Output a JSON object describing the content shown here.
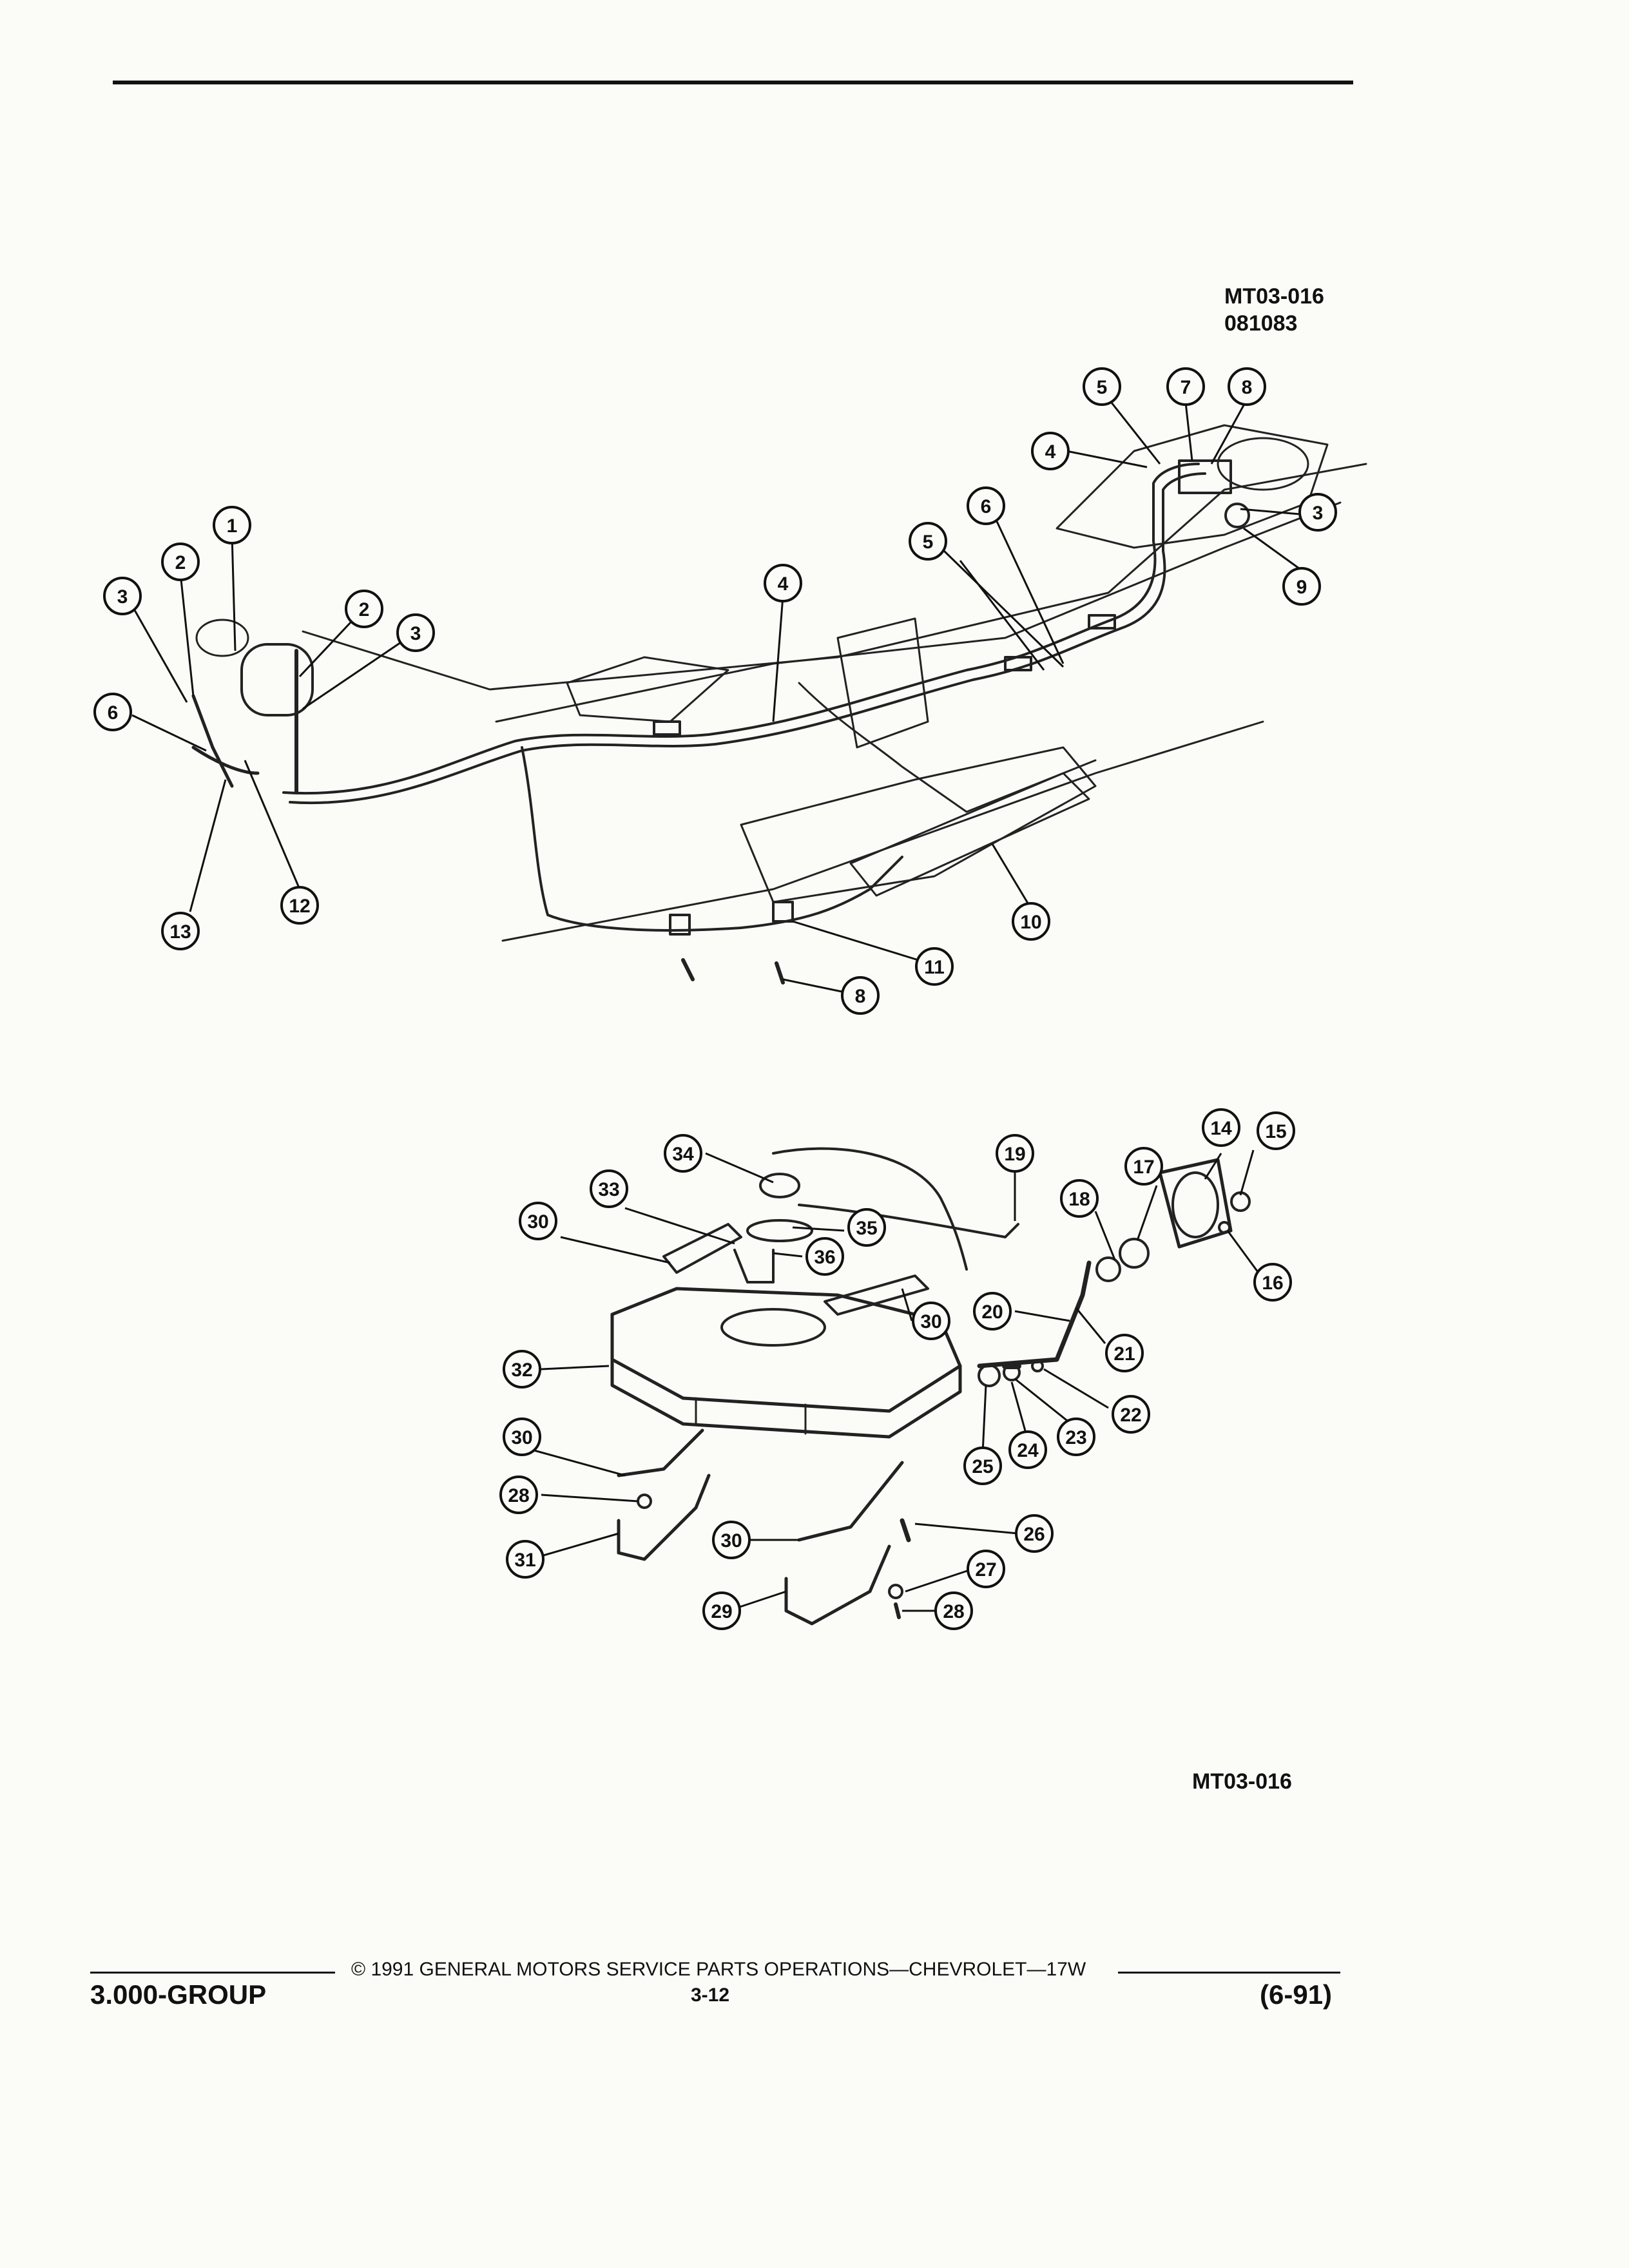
{
  "figure_id": "MT03-016",
  "figure_code": "081083",
  "figure_id_bottom": "MT03-016",
  "footer": {
    "copyright": "© 1991 GENERAL MOTORS SERVICE PARTS OPERATIONS—CHEVROLET—17W",
    "page_number": "3-12",
    "group": "3.000-GROUP",
    "revision": "(6-91)"
  },
  "callouts_top": [
    "1",
    "2",
    "3",
    "2",
    "3",
    "6",
    "13",
    "12",
    "4",
    "5",
    "6",
    "4",
    "5",
    "7",
    "8",
    "3",
    "9",
    "10",
    "11",
    "8"
  ],
  "callouts_bottom": [
    "14",
    "15",
    "16",
    "17",
    "18",
    "19",
    "34",
    "33",
    "35",
    "36",
    "30",
    "30",
    "32",
    "20",
    "21",
    "22",
    "23",
    "24",
    "25",
    "30",
    "28",
    "31",
    "30",
    "26",
    "27",
    "28",
    "29"
  ]
}
